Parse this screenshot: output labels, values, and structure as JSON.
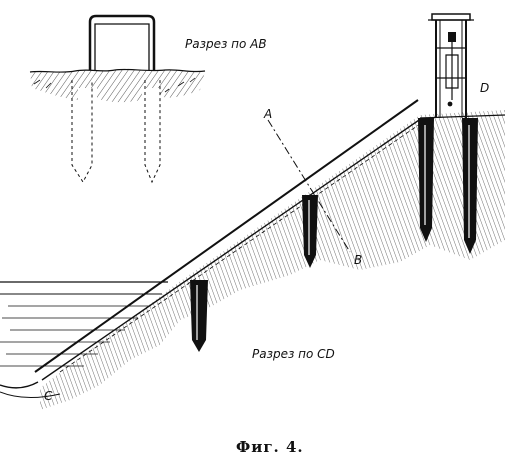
{
  "labels": {
    "section_ab": "Разрез по AB",
    "section_cd": "Разрез по CD",
    "point_a": "A",
    "point_b": "B",
    "point_c": "C",
    "point_d": "D"
  },
  "caption": "Фиг. 4.",
  "colors": {
    "ink": "#111111",
    "paper": "#ffffff"
  }
}
